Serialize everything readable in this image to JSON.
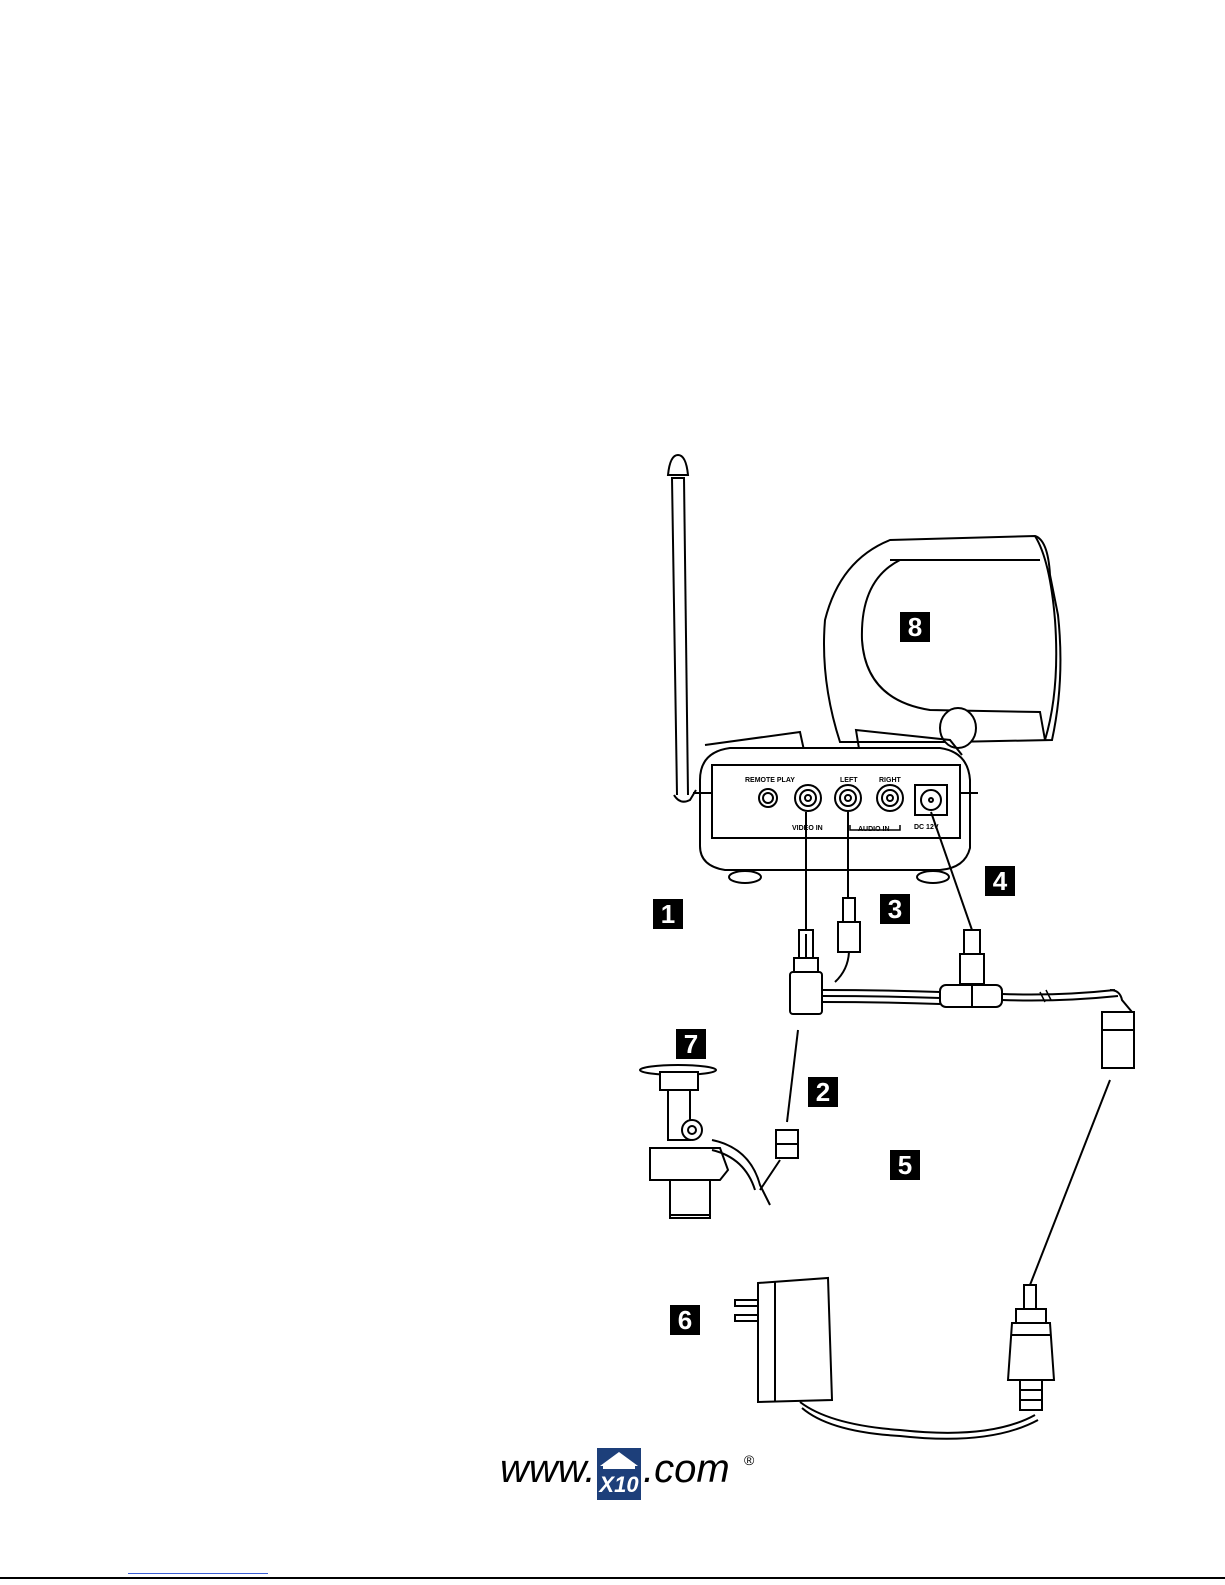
{
  "callouts": [
    {
      "id": "1",
      "text": "1"
    },
    {
      "id": "2",
      "text": "2"
    },
    {
      "id": "3",
      "text": "3"
    },
    {
      "id": "4",
      "text": "4"
    },
    {
      "id": "5",
      "text": "5"
    },
    {
      "id": "6",
      "text": "6"
    },
    {
      "id": "7",
      "text": "7"
    },
    {
      "id": "8",
      "text": "8"
    }
  ],
  "receiver_panel": {
    "port_1": "REMOTE PLAY",
    "port_2": "LEFT",
    "port_3": "RIGHT",
    "video_in": "VIDEO IN",
    "audio_in": "AUDIO IN",
    "dc_label": "DC 12V"
  },
  "logo": {
    "prefix": "www.",
    "brand": "X10",
    "suffix": ".com",
    "registered": "®"
  },
  "colors": {
    "line": "#000000",
    "logo_blue": "#1d3f7a",
    "link_blue": "#3b5fd6"
  }
}
